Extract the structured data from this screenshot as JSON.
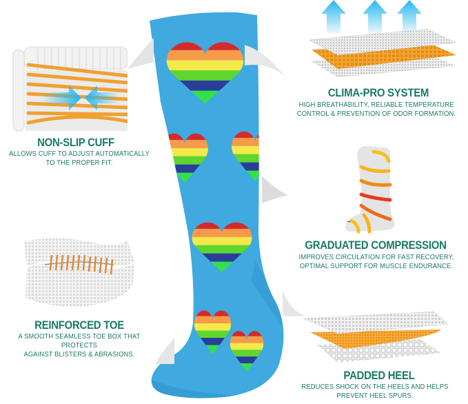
{
  "features": [
    {
      "id": "non-slip-cuff",
      "title": "NON-SLIP CUFF",
      "description_lines": [
        "ALLOWS CUFF TO ADJUST AUTOMATICALLY",
        "TO THE PROPER FIT."
      ]
    },
    {
      "id": "clima-pro-system",
      "title": "CLIMA-PRO SYSTEM",
      "description_lines": [
        "HIGH BREATHABILITY, RELIABLE TEMPERATURE",
        "CONTROL & PREVENTION OF ODOR FORMATION."
      ]
    },
    {
      "id": "graduated-compression",
      "title": "GRADUATED COMPRESSION",
      "description_lines": [
        "IMPROVES CIRCULATION FOR FAST RECOVERY,",
        "OPTIMAL SUPPORT FOR MUSCLE ENDURANCE."
      ]
    },
    {
      "id": "reinforced-toe",
      "title": "REINFORCED TOE",
      "description_lines": [
        "A SMOOTH SEAMLESS TOE BOX THAT PROTECTS",
        "AGAINST BLISTERS & ABRASIONS."
      ]
    },
    {
      "id": "padded-heel",
      "title": "PADDED HEEL",
      "description_lines": [
        "REDUCES SHOCK ON THE HEELS AND HELPS",
        "PREVENT HEEL SPURS."
      ]
    }
  ],
  "colors": {
    "text_teal": "#1a7a66",
    "sock_blue": "#3fa9e0",
    "accent_orange": "#f0a030",
    "arrow_blue": "#29b6f0",
    "rainbow": [
      "#d42a2a",
      "#f79a4a",
      "#f5e94a",
      "#5fd62e",
      "#2a3d9a",
      "#33e04a"
    ]
  },
  "icons": {
    "cuff": "cuff-fabric-illustration",
    "clima": "breathable-layers-illustration",
    "compression": "leg-compression-illustration",
    "toe": "seamless-toe-mesh-illustration",
    "heel": "padded-heel-layers-illustration",
    "sock": "rainbow-heart-sock"
  }
}
